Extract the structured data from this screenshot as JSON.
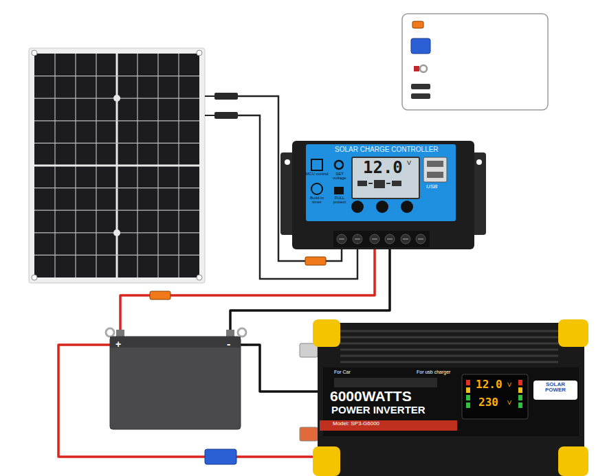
{
  "diagram": {
    "nodes": [
      {
        "text": [
          "SOLAR CHARGE CONTROLLER"
        ]
      },
      {
        "text": [
          "+",
          "-"
        ]
      },
      {
        "text": [
          "6000WATTS",
          "POWER INVERTER",
          "Model: SP3-G6000"
        ]
      }
    ],
    "edges": [
      {
        "from": 0,
        "to": 1,
        "arrow": "none"
      },
      {
        "from": 0,
        "to": 1,
        "arrow": "none"
      },
      {
        "from": 1,
        "to": 2,
        "arrow": "none"
      },
      {
        "from": 1,
        "to": 2,
        "arrow": "none"
      }
    ],
    "labels": [
      "12.0",
      "V",
      "MCU control",
      "SET voltage",
      "Build-in timer",
      "FULL protect",
      "USB",
      "For Car",
      "For usb charger",
      "12.0",
      "V",
      "230",
      "V",
      "SOLAR POWER"
    ]
  }
}
